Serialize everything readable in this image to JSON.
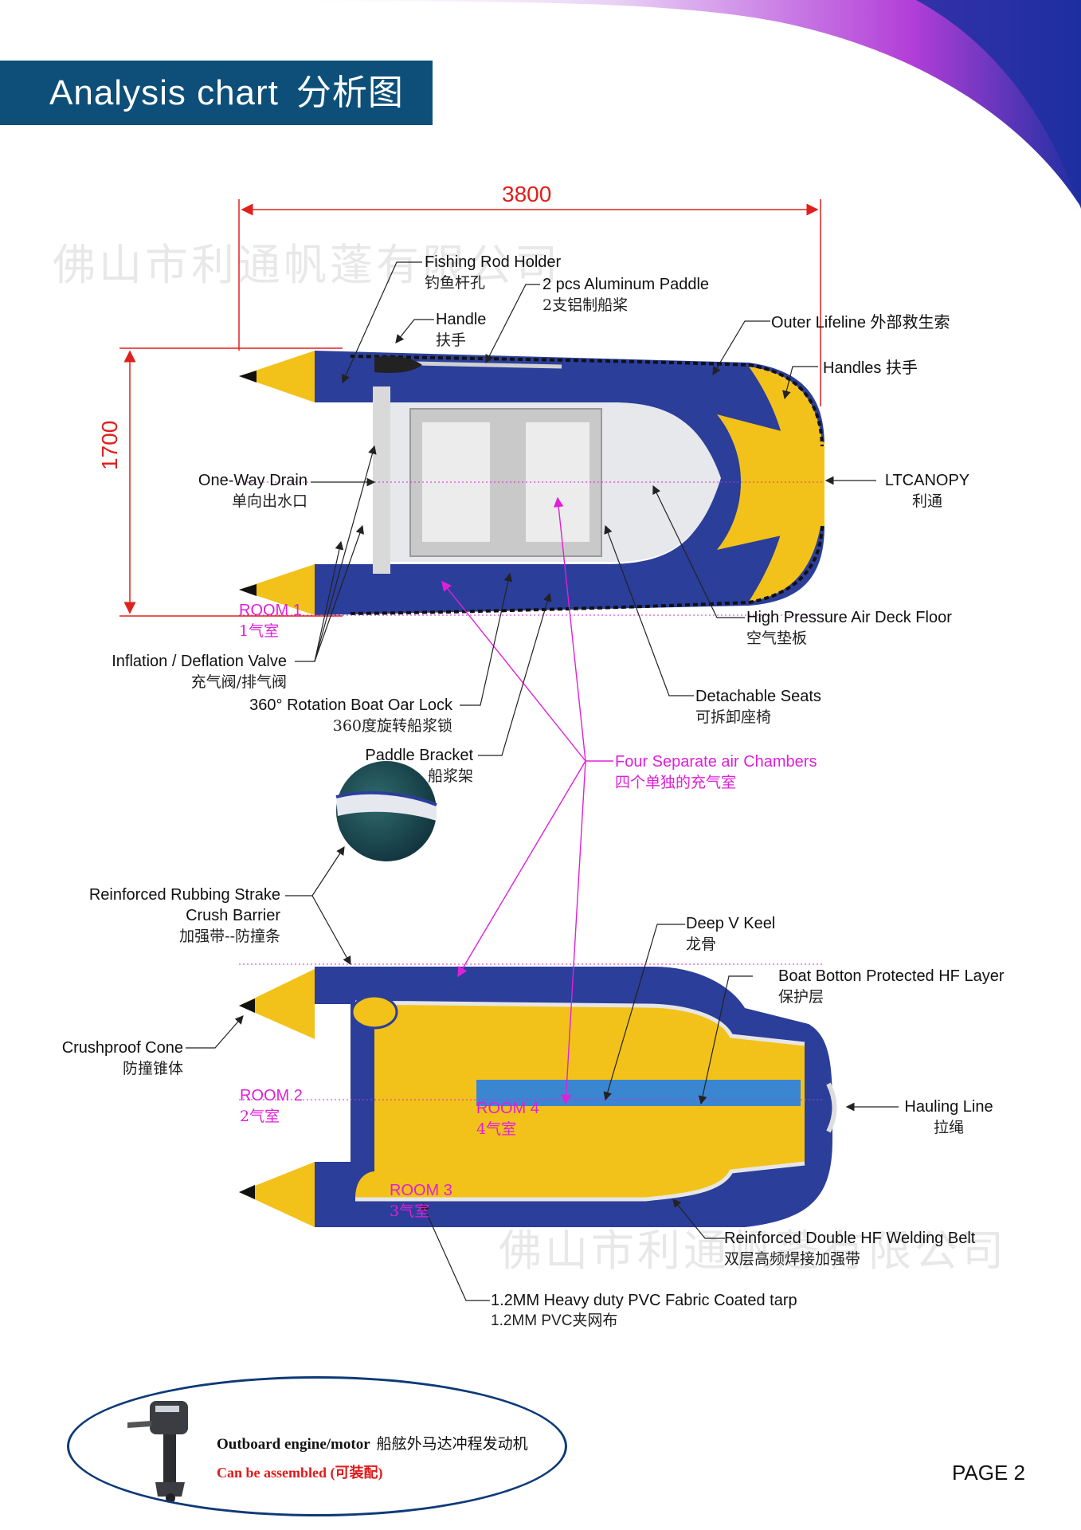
{
  "header": {
    "title_en": "Analysis chart",
    "title_zh": "分析图"
  },
  "dimensions": {
    "length": "3800",
    "width": "1700"
  },
  "watermark": "佛山市利通帆蓬有限公司",
  "labels": {
    "fishing_rod_holder": {
      "en": "Fishing Rod Holder",
      "zh": "钓鱼杆孔"
    },
    "aluminum_paddle": {
      "en": "2 pcs Aluminum Paddle",
      "zh": "2支铝制船桨"
    },
    "handle": {
      "en": "Handle",
      "zh": "扶手"
    },
    "outer_lifeline": {
      "en": "Outer Lifeline 外部救生索"
    },
    "handles": {
      "en": "Handles 扶手"
    },
    "one_way_drain": {
      "en": "One-Way Drain",
      "zh": "单向出水口"
    },
    "ltcanopy": {
      "en": "LTCANOPY",
      "zh": "利通"
    },
    "room1": {
      "en": "ROOM 1",
      "zh": "1气室"
    },
    "high_pressure_floor": {
      "en": "High Pressure Air Deck Floor",
      "zh": "空气垫板"
    },
    "inflation_valve": {
      "en": "Inflation / Deflation Valve",
      "zh": "充气阀/排气阀"
    },
    "oar_lock": {
      "en": "360° Rotation Boat Oar Lock",
      "zh": "360度旋转船浆锁"
    },
    "detachable_seats": {
      "en": "Detachable Seats",
      "zh": "可拆卸座椅"
    },
    "paddle_bracket": {
      "en": "Paddle Bracket",
      "zh": "船浆架"
    },
    "four_chambers": {
      "en": "Four Separate air Chambers",
      "zh": "四个单独的充气室"
    },
    "rubbing_strake": {
      "en1": "Reinforced Rubbing Strake",
      "en2": "Crush Barrier",
      "zh": "加强带--防撞条"
    },
    "deep_v_keel": {
      "en": "Deep V Keel",
      "zh": "龙骨"
    },
    "boat_bottom_layer": {
      "en": "Boat Botton Protected HF Layer",
      "zh": "保护层"
    },
    "crushproof_cone": {
      "en": "Crushproof Cone",
      "zh": "防撞锥体"
    },
    "room2": {
      "en": "ROOM 2",
      "zh": "2气室"
    },
    "room4": {
      "en": "ROOM 4",
      "zh": "4气室"
    },
    "hauling_line": {
      "en": "Hauling Line",
      "zh": "拉绳"
    },
    "room3": {
      "en": "ROOM 3",
      "zh": "3气室"
    },
    "welding_belt": {
      "en": "Reinforced Double HF Welding Belt",
      "zh": "双层高频焊接加强带"
    },
    "pvc_fabric": {
      "en": "1.2MM Heavy duty PVC Fabric Coated tarp",
      "zh": "1.2MM PVC夹网布"
    }
  },
  "engine": {
    "title_en": "Outboard engine/motor",
    "title_zh": "船舷外马达冲程发动机",
    "subtitle": "Can be assembled (可装配)"
  },
  "footer": {
    "page": "PAGE 2"
  },
  "colors": {
    "header_bg": "#0d4f78",
    "boat_blue": "#2b3e9a",
    "boat_yellow": "#f2c21a",
    "dimension_red": "#e0201c",
    "chamber_pink": "#e020d8"
  }
}
